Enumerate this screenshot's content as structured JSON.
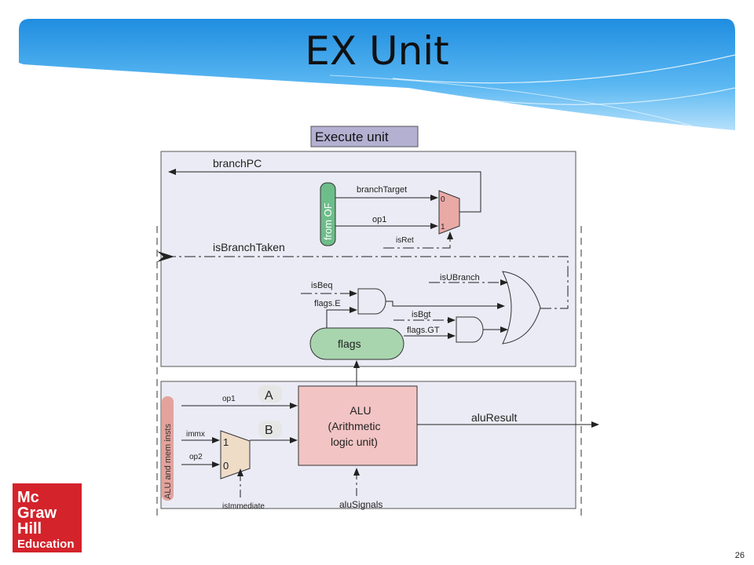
{
  "slide": {
    "title": "EX Unit",
    "page_number": "26"
  },
  "logo": {
    "line1": "Mc",
    "line2": "Graw",
    "line3": "Hill",
    "line4": "Education"
  },
  "diagram": {
    "header_label": "Execute unit",
    "top": {
      "branchPC": "branchPC",
      "from_of": "from OF",
      "branchTarget": "branchTarget",
      "op1": "op1",
      "isRet": "isRet",
      "mux_in0": "0",
      "mux_in1": "1",
      "isBranchTaken": "isBranchTaken",
      "isBeq": "isBeq",
      "flagsE": "flags.E",
      "isUBranch": "isUBranch",
      "isBgt": "isBgt",
      "flagsGT": "flags.GT",
      "flags": "flags"
    },
    "bottom": {
      "side_label": "ALU and mem insts",
      "op1": "op1",
      "immx": "immx",
      "op2": "op2",
      "mux_in1": "1",
      "mux_in0": "0",
      "isImmediate": "isImmediate",
      "A": "A",
      "B": "B",
      "alu_line1": "ALU",
      "alu_line2": "(Arithmetic",
      "alu_line3": "logic unit)",
      "aluResult": "aluResult",
      "aluSignals": "aluSignals"
    }
  },
  "colors": {
    "header_bg": "#b4b0d2",
    "panel_bg": "#ebebf5",
    "from_of_bg": "#6dbd8a",
    "mux_pink": "#e9aaa6",
    "flags_bg": "#a8d5ad",
    "alu_bg": "#f3c4c4",
    "mux_tan": "#efdcc7",
    "side_label_bg": "#e3a39c",
    "ab_bg": "#e6e6e6",
    "banner_blue": "#3ea3ea"
  }
}
